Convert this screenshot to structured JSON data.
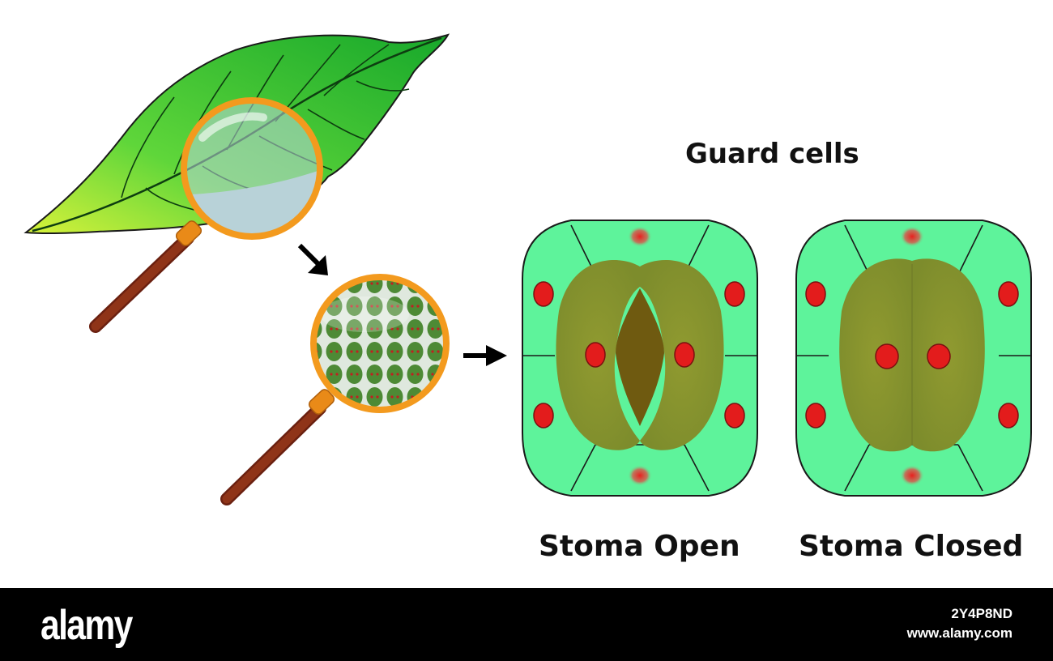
{
  "diagram": {
    "title": "Guard cells",
    "open_label": "Stoma Open",
    "closed_label": "Stoma Closed"
  },
  "watermark": {
    "logo": "alamy",
    "image_id": "2Y4P8ND",
    "site": "www.alamy.com"
  },
  "colors": {
    "leaf": "#33cc33",
    "lens_rim": "#f39a1e",
    "handle": "#8b2f17",
    "epidermal_cell": "#5ef39b",
    "guard_cell": "#8a9631",
    "nucleus": "#e31c1c",
    "pore": "#6f5a10",
    "footer": "#000000"
  }
}
